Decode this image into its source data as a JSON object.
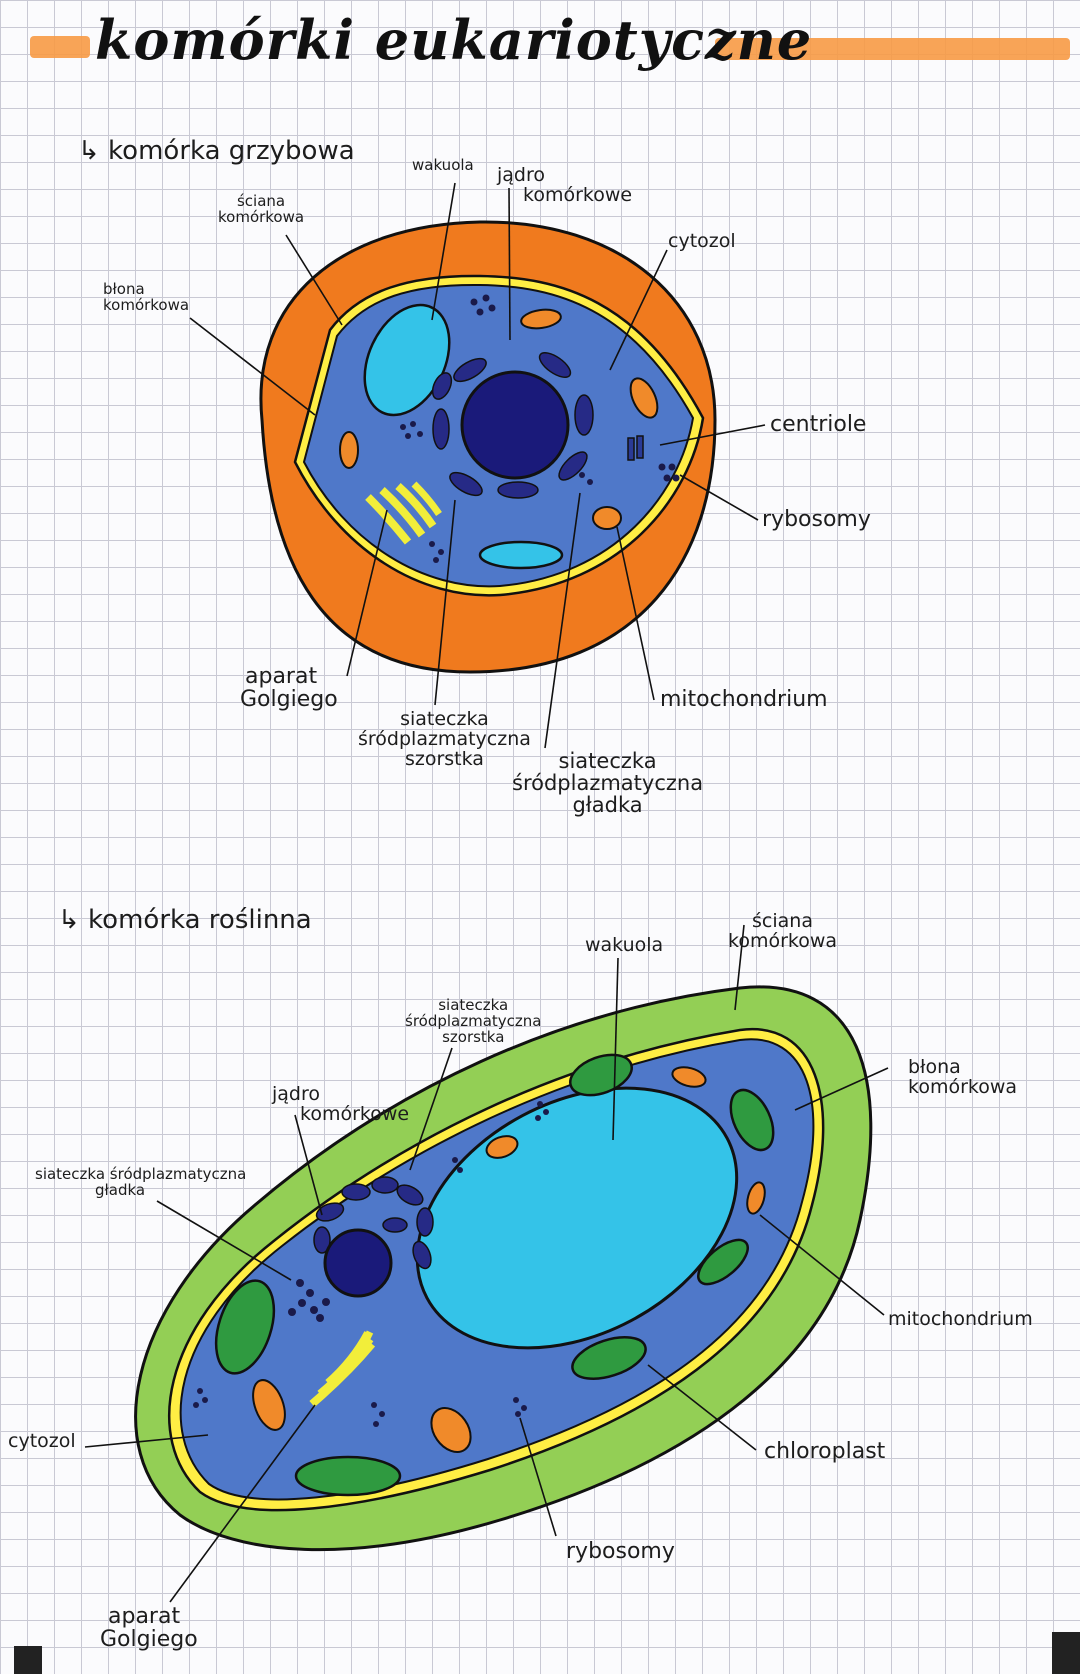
{
  "title": "komórki eukariotyczne",
  "colors": {
    "title_bar": "#f79a45",
    "fungal_wall": "#f07a1e",
    "membrane": "#ffee44",
    "cytosol": "#4f78c9",
    "nucleus": "#1a1a7a",
    "vacuole": "#34c3e8",
    "mitochondrion": "#f08a2a",
    "plant_wall": "#93cf55",
    "chloroplast": "#2f9a40",
    "golgi": "#f2ee3a"
  },
  "fungal_cell": {
    "heading": "↳ komórka grzybowa",
    "labels": {
      "sciana": [
        "ściana",
        "komórkowa"
      ],
      "blona": [
        "błona",
        "komórkowa"
      ],
      "wakuola": "wakuola",
      "jadro": [
        "jądro",
        "komórkowe"
      ],
      "cytozol": "cytozol",
      "centriole": "centriole",
      "rybosomy": "rybosomy",
      "mitochondrium": "mitochondrium",
      "golgi": [
        "aparat",
        "Golgiego"
      ],
      "ser_szorstka": [
        "siateczka",
        "śródplazmatyczna",
        "szorstka"
      ],
      "ser_gladka": [
        "siateczka",
        "śródplazmatyczna",
        "gładka"
      ]
    }
  },
  "plant_cell": {
    "heading": "↳ komórka roślinna",
    "labels": {
      "wakuola": "wakuola",
      "sciana": [
        "ściana",
        "komórkowa"
      ],
      "szorstka": [
        "siateczka",
        "śródplazmatyczna",
        "szorstka"
      ],
      "blona": [
        "błona",
        "komórkowa"
      ],
      "jadro": [
        "jądro",
        "komórkowe"
      ],
      "gladka": [
        "siateczka śródplazmatyczna",
        "gładka"
      ],
      "mitochondrium": "mitochondrium",
      "cytozol": "cytozol",
      "chloroplast": "chloroplast",
      "rybosomy": "rybosomy",
      "golgi": [
        "aparat",
        "Golgiego"
      ]
    }
  }
}
